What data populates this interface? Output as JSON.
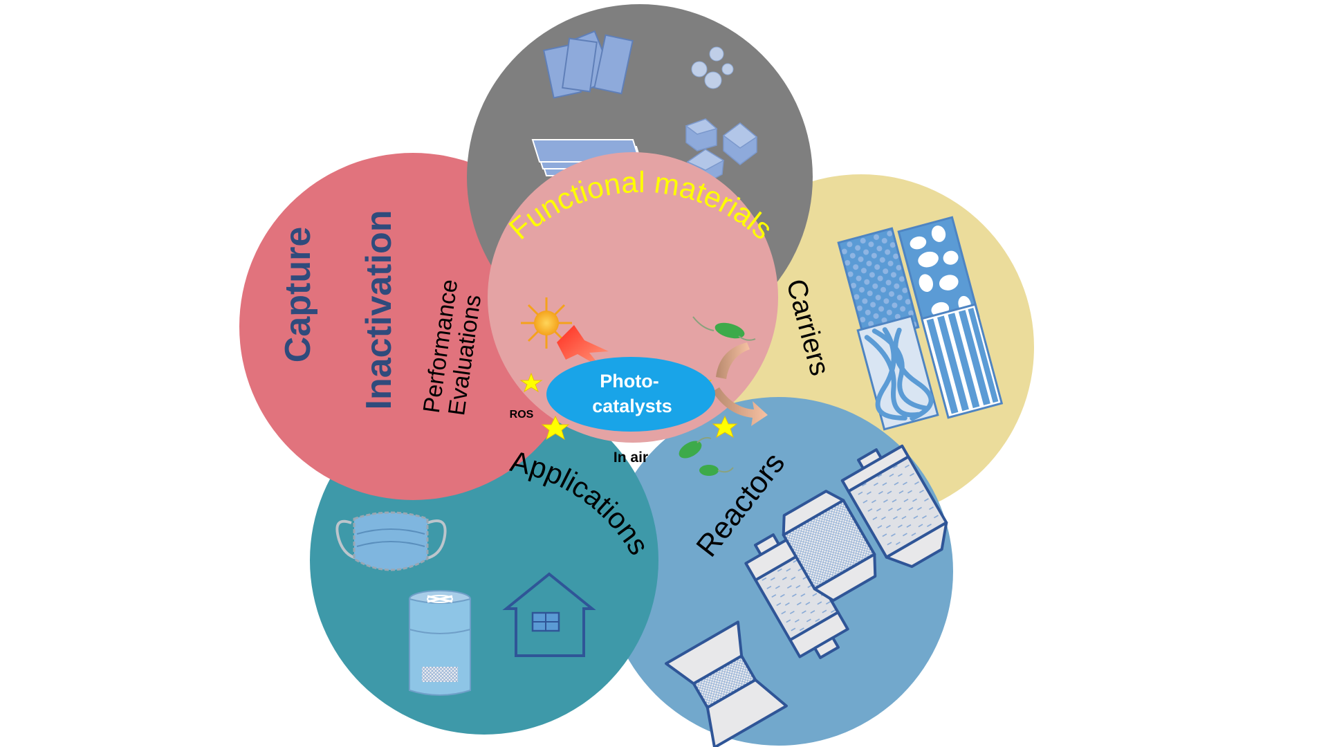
{
  "colors": {
    "background": "#ffffff",
    "functional_circle": "#7f7f7f",
    "carriers_circle": "#ebdc9b",
    "reactors_circle": "#72a8cc",
    "applications_circle": "#3e99a9",
    "capture_circle": "#e1737d",
    "center_circle": "#e4a3a4",
    "material_blue": "#8eaadb",
    "illustration_blue": "#5b9bd5",
    "photocatalyst_blue": "#19a4e8",
    "label_yellow": "#ffff00",
    "label_navy": "#2f4b7c"
  },
  "labels": {
    "functional_materials": "Functional materials",
    "carriers": "Carriers",
    "reactors": "Reactors",
    "applications": "Applications",
    "capture": "Capture",
    "inactivation": "Inactivation",
    "performance": "Performance",
    "evaluations": "Evaluations",
    "photo": "Photo-",
    "catalysts": "catalysts",
    "ros": "ROS",
    "in_air": "In air"
  },
  "icons": {
    "sun": "sun-icon",
    "lightning": "lightning-icon",
    "bacteria": "bacteria-icon",
    "star": "star-icon",
    "mask": "face-mask-icon",
    "purifier": "air-purifier-icon",
    "house": "house-icon",
    "reactor": "reactor-icon",
    "nanosheet": "nanosheet-icon",
    "nanoparticle": "nanoparticle-icon",
    "nanocube": "nanocube-icon",
    "carrier_pattern": "porous-carrier-icon"
  }
}
